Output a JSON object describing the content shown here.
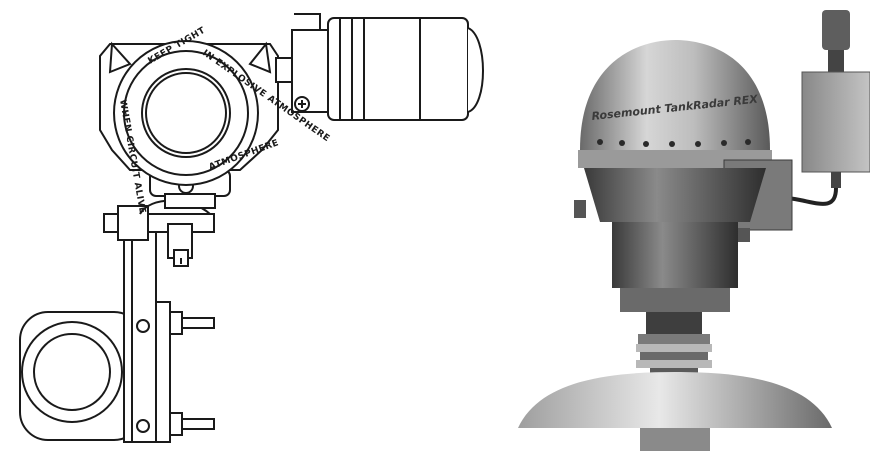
{
  "drawing": {
    "ring_text_top_left": "KEEP TIGHT",
    "ring_text_top_right": "IN EXPLOSIVE ATMOSPHERE",
    "ring_text_bottom_left": "WHEN CIRCUIT ALIVE",
    "ring_text_bottom_right": "ATMOSPHERE"
  },
  "photo": {
    "brand_text": "Rosemount TankRadar REX"
  },
  "colors": {
    "line": "#1a1a1a",
    "metal_light": "#d8d8d8",
    "metal_mid": "#9a9a9a",
    "metal_dark": "#4a4a4a"
  }
}
